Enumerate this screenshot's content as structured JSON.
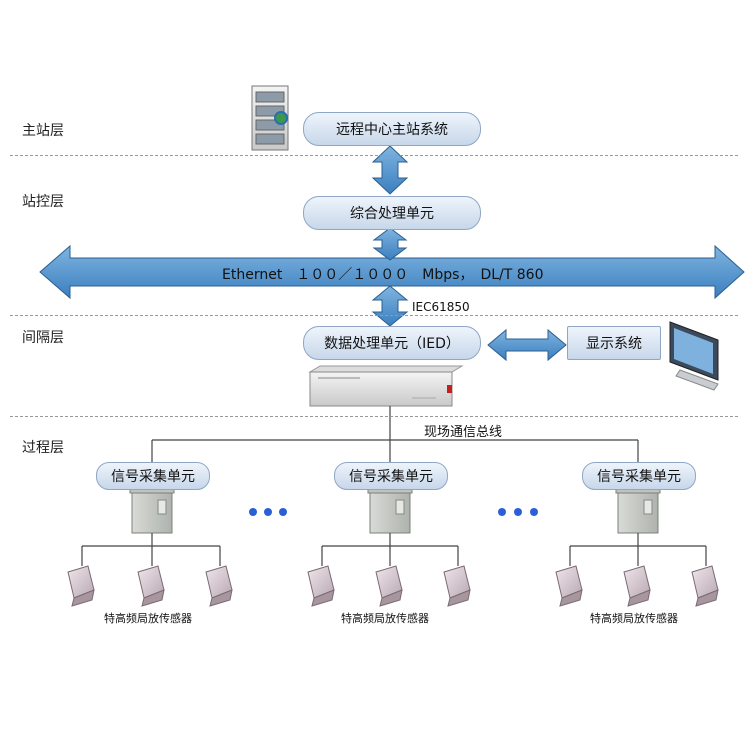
{
  "layers": {
    "master": "主站层",
    "station": "站控层",
    "bay": "间隔层",
    "process": "过程层"
  },
  "nodes": {
    "remote_center": "远程中心主站系统",
    "integrated_unit": "综合处理单元",
    "data_unit": "数据处理单元（IED）",
    "display_system": "显示系统",
    "signal_unit": "信号采集单元"
  },
  "links": {
    "ethernet": "Ethernet　１００／１０００　Mbps，　DL/T 860",
    "iec": "IEC61850",
    "fieldbus": "现场通信总线"
  },
  "sensor_label": "特高频局放传感器",
  "colors": {
    "arrow_fill": "#4a8ec6",
    "arrow_stroke": "#2a5f8f",
    "pill_border": "#8fa6c4",
    "ellipsis": "#2a5fd6"
  }
}
